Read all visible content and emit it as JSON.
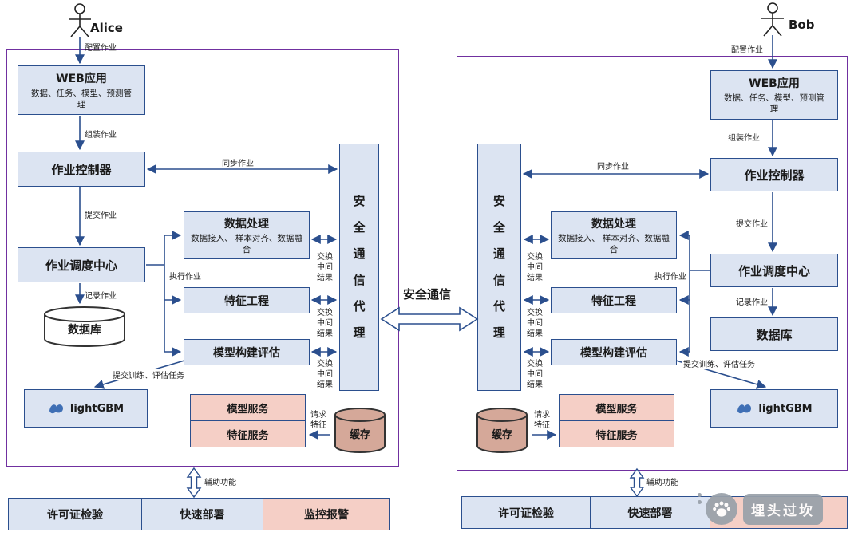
{
  "colors": {
    "box_fill": "#dce4f2",
    "box_border": "#2b4f8e",
    "pink_fill": "#f5cfc6",
    "purple_border": "#7030a0",
    "cache_fill": "#d5a899",
    "arrow": "#2b4f8e"
  },
  "actors": {
    "alice": {
      "name": "Alice",
      "action_label": "配置作业"
    },
    "bob": {
      "name": "Bob",
      "action_label": "配置作业"
    }
  },
  "center": {
    "secure_channel_label": "安全通信"
  },
  "labels": {
    "web_app_title": "WEB应用",
    "web_app_subtitle": "数据、任务、模型、预测管理",
    "assemble_job": "组装作业",
    "job_controller": "作业控制器",
    "sync_job": "同步作业",
    "submit_job": "提交作业",
    "job_scheduler": "作业调度中心",
    "execute_job": "执行作业",
    "record_job": "记录作业",
    "database": "数据库",
    "data_processing_title": "数据处理",
    "data_processing_subtitle": "数据接入、 样本对齐、数据融合",
    "feature_engineering": "特征工程",
    "model_build_eval": "模型构建评估",
    "exchange_intermediate": "交换中间结果",
    "secure_agent": "安全通信代理",
    "submit_train_eval": "提交训练、评估任务",
    "lightgbm": "lightGBM",
    "model_service": "模型服务",
    "feature_service": "特征服务",
    "cache": "缓存",
    "request_feature": "请求特征",
    "aux_function": "辅助功能"
  },
  "bottom_left_items": [
    "许可证检验",
    "快速部署",
    "监控报警"
  ],
  "bottom_right_items": [
    "许可证检验",
    "快速部署"
  ],
  "watermark": {
    "text": "埋头过坎"
  }
}
